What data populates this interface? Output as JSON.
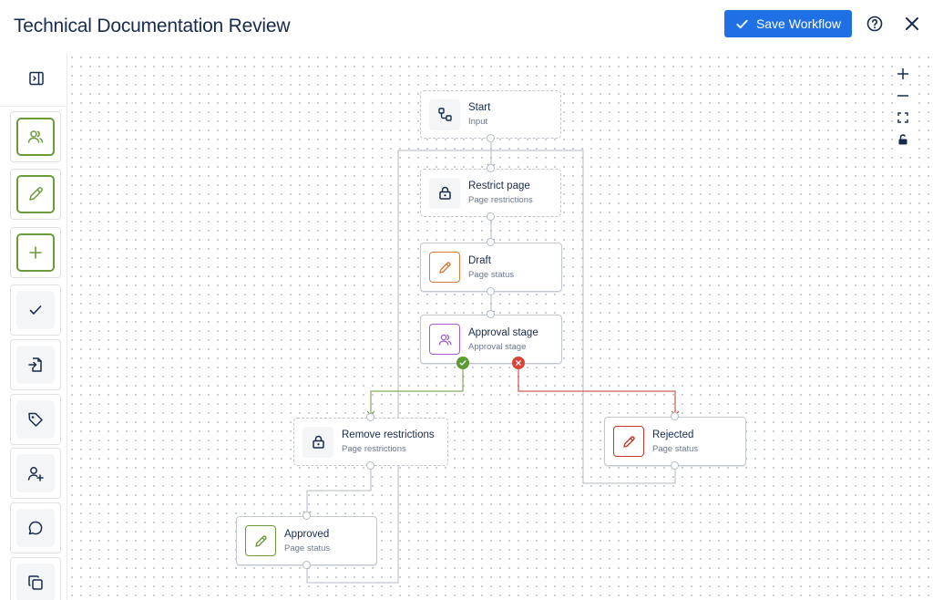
{
  "header": {
    "title": "Technical Documentation Review",
    "save_label": "Save Workflow"
  },
  "toolbar": {
    "tools": [
      {
        "name": "approvers",
        "icon": "people-icon"
      },
      {
        "name": "edit",
        "icon": "pencil-icon"
      },
      {
        "name": "add",
        "icon": "plus-icon"
      },
      {
        "name": "approve",
        "icon": "check-icon"
      },
      {
        "name": "move",
        "icon": "file-import-icon"
      },
      {
        "name": "label",
        "icon": "tag-icon"
      },
      {
        "name": "add-user",
        "icon": "user-add-icon"
      },
      {
        "name": "comment",
        "icon": "comment-icon"
      },
      {
        "name": "copy",
        "icon": "copy-icon"
      }
    ]
  },
  "zoom_controls": [
    "zoom-in-icon",
    "zoom-out-icon",
    "fit-view-icon",
    "lock-icon"
  ],
  "nodes": {
    "start": {
      "name": "Start",
      "sub": "Input"
    },
    "restrict": {
      "name": "Restrict page",
      "sub": "Page restrictions"
    },
    "draft": {
      "name": "Draft",
      "sub": "Page status"
    },
    "approval": {
      "name": "Approval stage",
      "sub": "Approval stage"
    },
    "remove": {
      "name": "Remove restrictions",
      "sub": "Page restrictions"
    },
    "rejected": {
      "name": "Rejected",
      "sub": "Page status"
    },
    "approved": {
      "name": "Approved",
      "sub": "Page status"
    }
  },
  "colors": {
    "primary": "#1f6fe5",
    "green": "#6a9a3a",
    "orange": "#d97b3a",
    "purple": "#a35bd4",
    "red": "#c9372c"
  }
}
